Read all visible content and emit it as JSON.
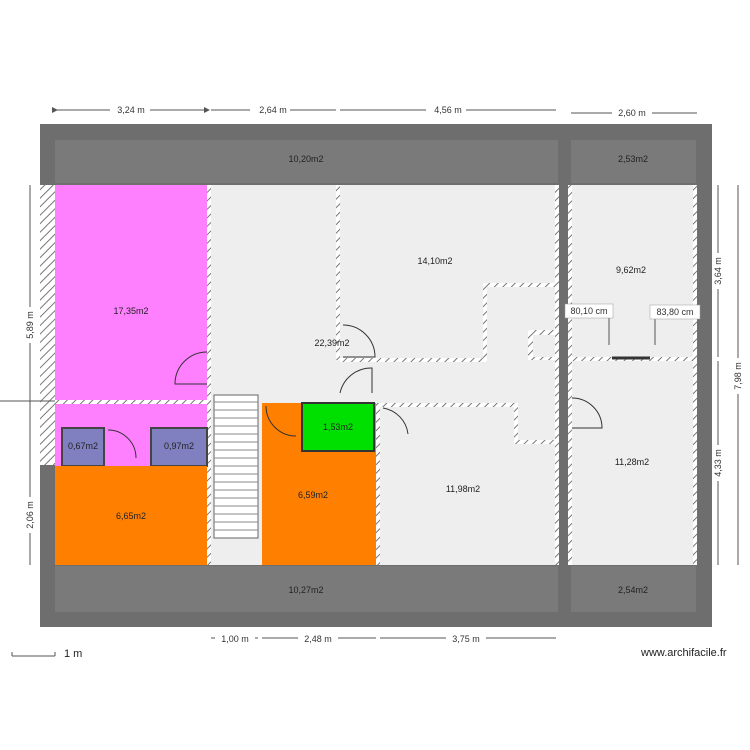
{
  "rooms": [
    {
      "id": "attic-top-left",
      "area": "10,20m2"
    },
    {
      "id": "attic-top-right",
      "area": "2,53m2"
    },
    {
      "id": "pink-room",
      "area": "17,35m2"
    },
    {
      "id": "hall",
      "area": "22,39m2"
    },
    {
      "id": "room-14",
      "area": "14,10m2"
    },
    {
      "id": "room-9",
      "area": "9,62m2"
    },
    {
      "id": "closet-left",
      "area": "0,67m2"
    },
    {
      "id": "closet-right",
      "area": "0,97m2"
    },
    {
      "id": "green-room",
      "area": "1,53m2"
    },
    {
      "id": "room-11-98",
      "area": "11,98m2"
    },
    {
      "id": "room-11-28",
      "area": "11,28m2"
    },
    {
      "id": "orange-left",
      "area": "6,65m2"
    },
    {
      "id": "orange-right",
      "area": "6,59m2"
    },
    {
      "id": "attic-bottom-left",
      "area": "10,27m2"
    },
    {
      "id": "attic-bottom-right",
      "area": "2,54m2"
    }
  ],
  "dimensions": {
    "top": [
      "3,24 m",
      "2,64 m",
      "4,56 m",
      "2,60 m"
    ],
    "bottom": [
      "1,00 m",
      "2,48 m",
      "3,75 m"
    ],
    "left": [
      "5,89 m",
      "2,06 m"
    ],
    "right": [
      "3,64 m",
      "7,98 m",
      "4,33 m"
    ],
    "interior": [
      "80,10 cm",
      "83,80 cm"
    ]
  },
  "scale_label": "1 m",
  "watermark": "www.archifacile.fr",
  "colors": {
    "wall": "#6e6e6e",
    "pink": "#ff80ff",
    "orange": "#ff7f00",
    "green": "#00e000",
    "closet": "#8080c0",
    "floor": "#eeeeee"
  }
}
